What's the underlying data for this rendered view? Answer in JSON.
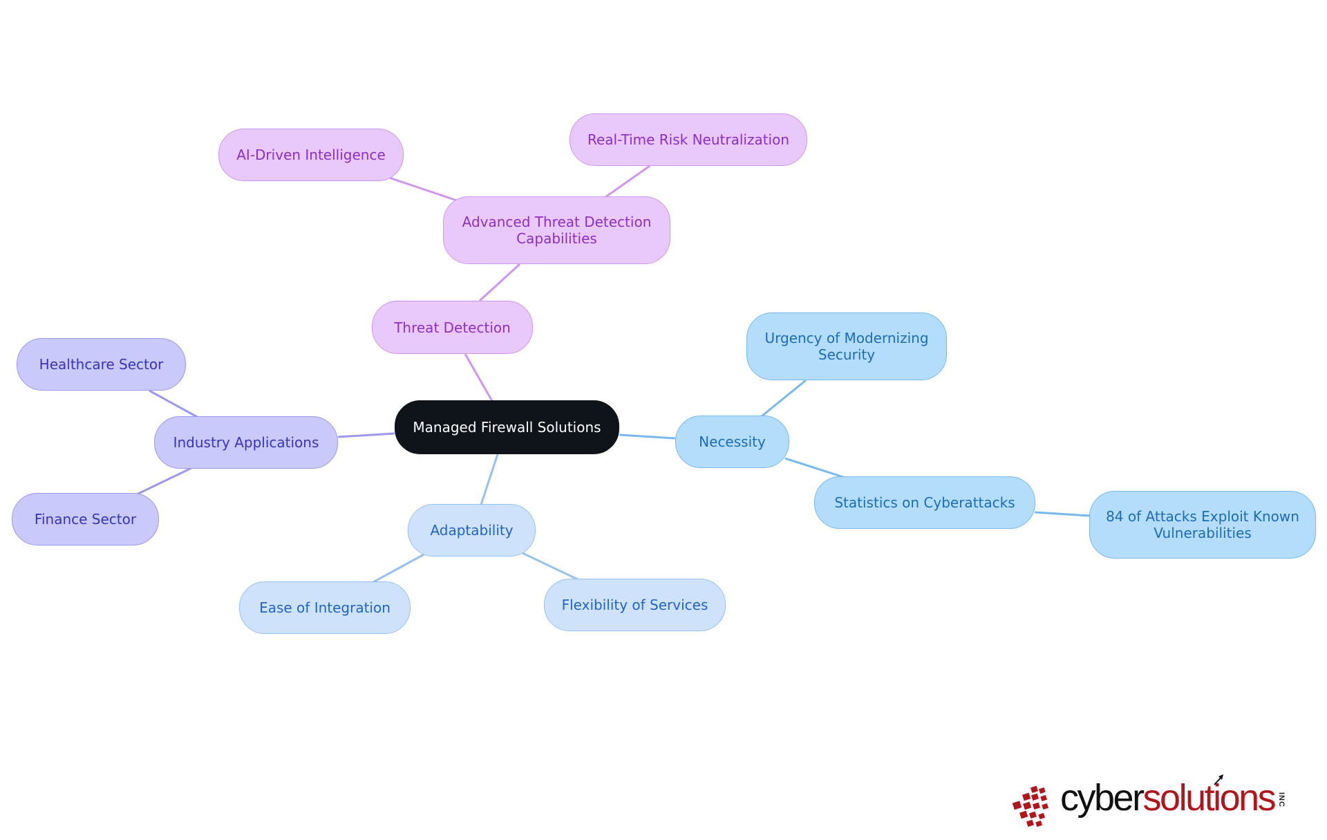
{
  "mindmap": {
    "root": "Managed Firewall Solutions",
    "threat_detection": {
      "label": "Threat Detection",
      "advanced": {
        "line1": "Advanced Threat Detection",
        "line2": "Capabilities",
        "children": [
          "AI-Driven Intelligence",
          "Real-Time Risk Neutralization"
        ]
      }
    },
    "industry_applications": {
      "label": "Industry Applications",
      "children": [
        "Healthcare Sector",
        "Finance Sector"
      ]
    },
    "adaptability": {
      "label": "Adaptability",
      "children": [
        "Ease of Integration",
        "Flexibility of Services"
      ]
    },
    "necessity": {
      "label": "Necessity",
      "urgency": {
        "line1": "Urgency of Modernizing",
        "line2": "Security"
      },
      "statistics": {
        "label": "Statistics on Cyberattacks",
        "child": {
          "line1": "84 of Attacks Exploit Known",
          "line2": "Vulnerabilities"
        }
      }
    }
  },
  "colors": {
    "root_fill": "#0f141a",
    "threat_branch": "#cf95ef",
    "industry_branch": "#9b98ee",
    "adaptability_branch": "#97c1f2",
    "necessity_branch": "#76b9ee",
    "logo_red": "#b0161c"
  },
  "logo": {
    "text_dark": "cyber",
    "text_red": "solutions",
    "suffix": "INC"
  }
}
